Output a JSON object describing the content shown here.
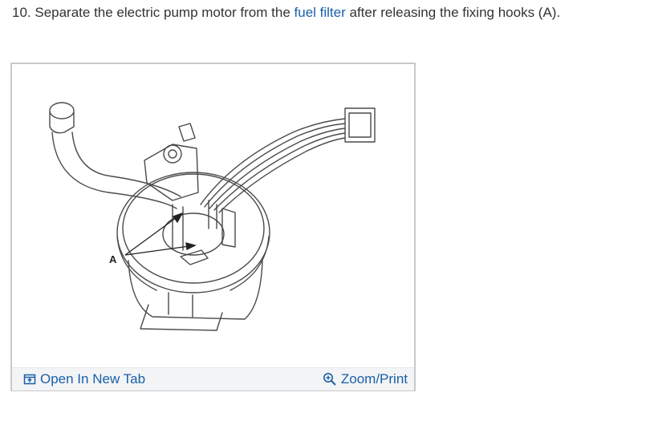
{
  "instruction": {
    "prefix": "10. Separate the electric pump motor from the ",
    "link_text": "fuel filter",
    "suffix": " after releasing the fixing hooks (A)."
  },
  "figure": {
    "callout_label": "A",
    "open_tab_label": "Open In New Tab",
    "zoom_label": "Zoom/Print"
  },
  "colors": {
    "link": "#1a5fa8",
    "text": "#333333",
    "frame_border": "#c9c9c9",
    "footer_bg": "#f3f4f5"
  },
  "icons": {
    "open_tab": "open-new-tab-icon",
    "zoom": "zoom-in-icon"
  }
}
